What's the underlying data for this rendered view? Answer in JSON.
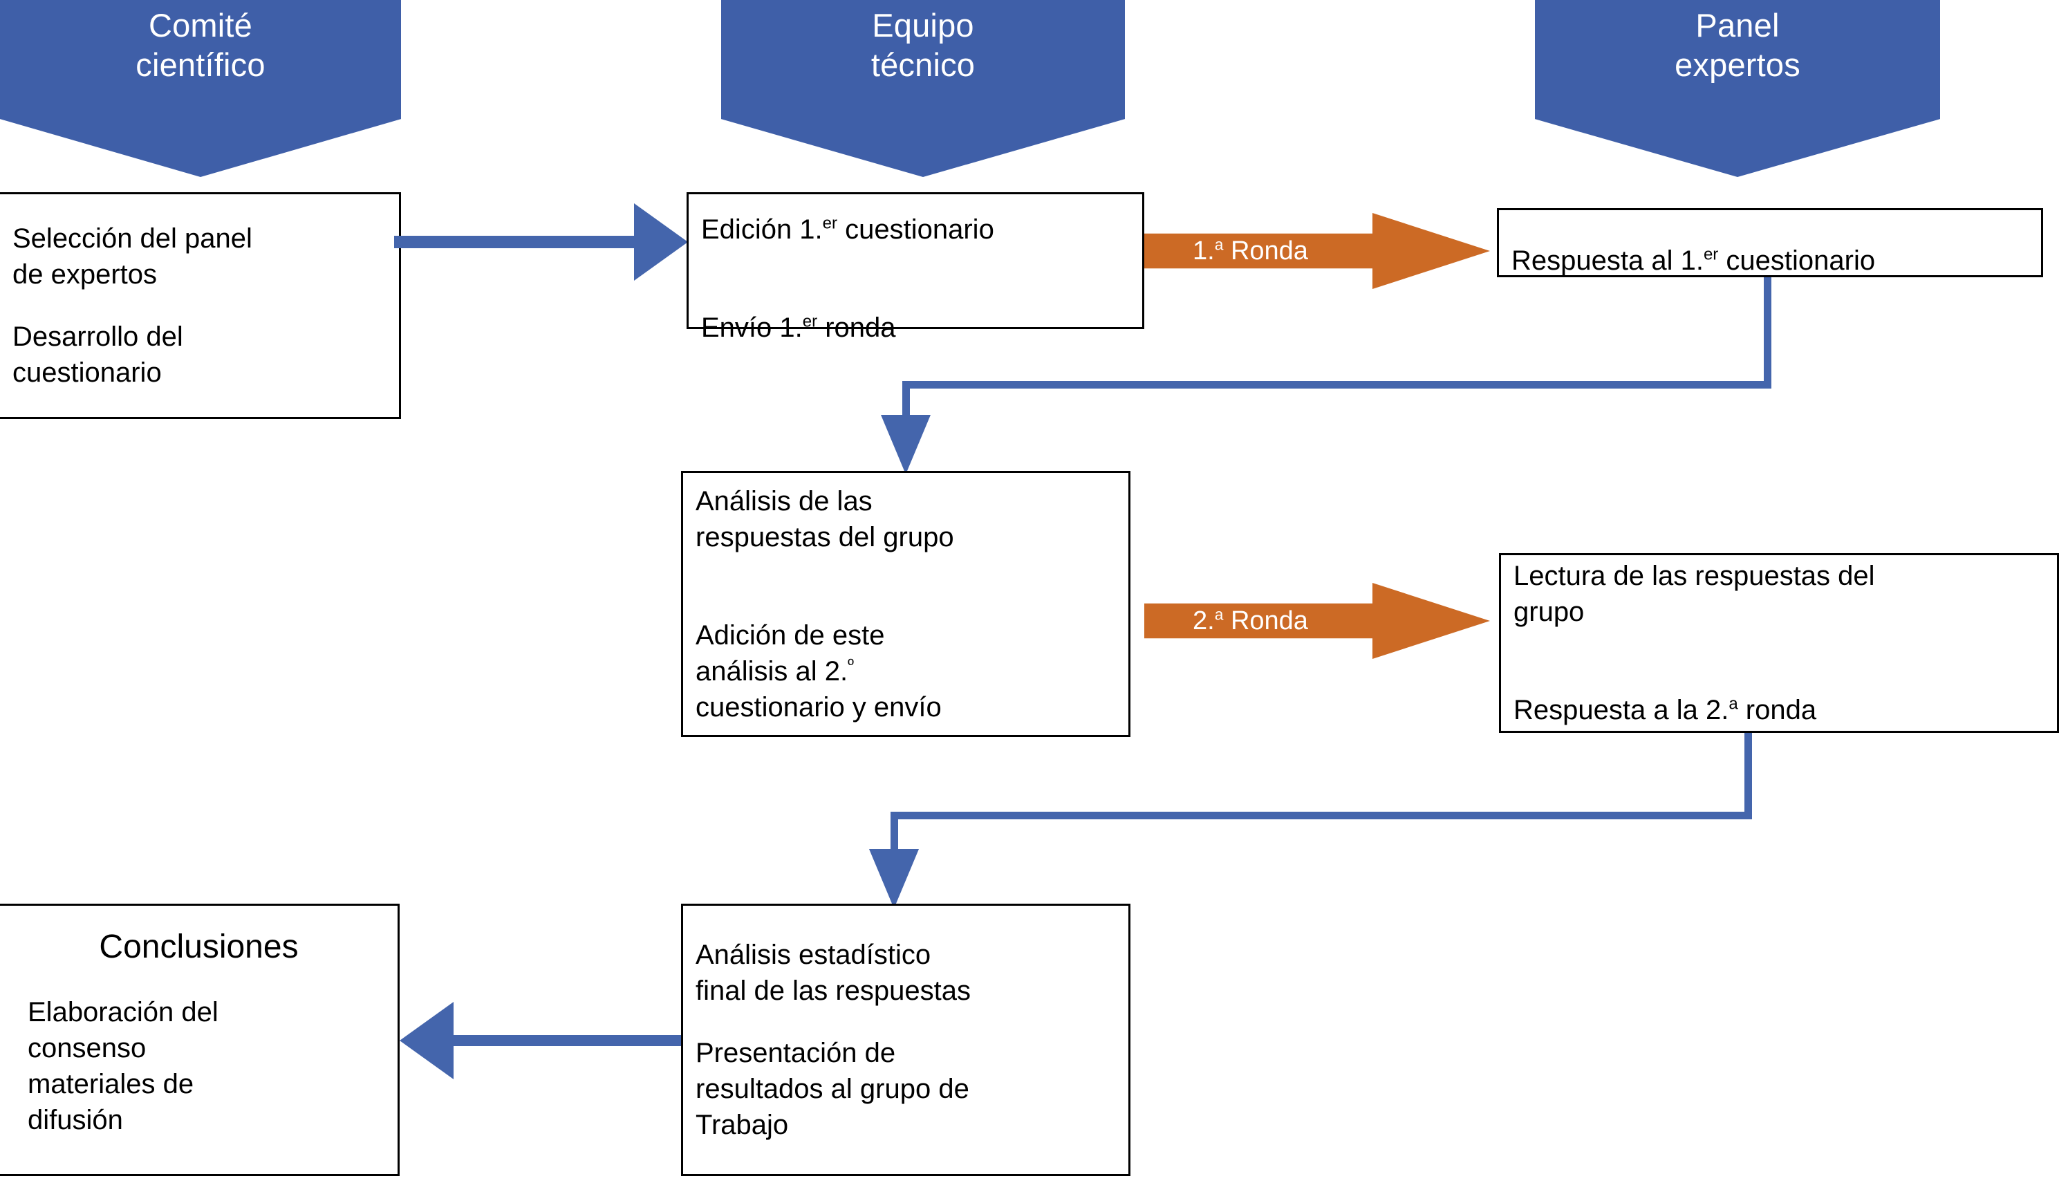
{
  "diagram": {
    "title": "Proceso Delphi",
    "colors": {
      "lane_blue": "#3F5FA8",
      "connector_blue": "#4465AC",
      "round_orange": "#CC6A25",
      "box_border": "#000000",
      "background": "#FFFFFF"
    }
  },
  "lanes": [
    {
      "id": "comite",
      "label": "Comité\ncientífico"
    },
    {
      "id": "equipo",
      "label": "Equipo\ntécnico"
    },
    {
      "id": "panel",
      "label": "Panel\nexpertos"
    }
  ],
  "boxes": [
    {
      "id": "seleccion-panel",
      "lane": "comite",
      "lines": [
        "Selección del panel\nde expertos",
        "Desarrollo del\ncuestionario"
      ]
    },
    {
      "id": "edicion-cuestionario",
      "lane": "equipo",
      "line1_pre": "Edición 1.",
      "line1_sup": "er",
      "line1_post": " cuestionario",
      "line2_pre": "Envío 1.",
      "line2_sup": "er",
      "line2_post": " ronda"
    },
    {
      "id": "respuesta-1er-cuestionario",
      "lane": "panel",
      "line_pre": "Respuesta al 1.",
      "line_sup": "er",
      "line_post": " cuestionario"
    },
    {
      "id": "analisis-respuestas",
      "lane": "equipo",
      "line1": " Análisis de las\n respuestas del grupo",
      "line2_pre": "Adición de este\nanálisis al 2.",
      "line2_sup": "º",
      "line2_post": "\ncuestionario y envío"
    },
    {
      "id": "lectura-respuestas",
      "lane": "panel",
      "line1": "Lectura de las respuestas del\ngrupo",
      "line2_pre": "Respuesta a la 2.",
      "line2_sup": "a",
      "line2_post": " ronda"
    },
    {
      "id": "analisis-estadistico",
      "lane": "equipo",
      "line1": "Análisis estadístico\nfinal de las respuestas",
      "line2": "Presentación de\nresultados al grupo de\nTrabajo"
    },
    {
      "id": "conclusiones",
      "lane": "comite",
      "heading": "Conclusiones",
      "body": "Elaboración del\nconsenso\nmateriales de\ndifusión"
    }
  ],
  "round_arrows": [
    {
      "id": "ronda-1",
      "pre": "1.",
      "sup": "a",
      "post": " Ronda"
    },
    {
      "id": "ronda-2",
      "pre": "2.",
      "sup": "a",
      "post": " Ronda"
    }
  ],
  "connectors": [
    {
      "id": "seleccion-to-edicion",
      "type": "arrow-right"
    },
    {
      "id": "respuesta1-to-analisis",
      "type": "elbow-down-left-down"
    },
    {
      "id": "lectura-to-analisis-estadistico",
      "type": "elbow-down-left-down"
    },
    {
      "id": "analisis-estadistico-to-conclusiones",
      "type": "arrow-left"
    }
  ]
}
